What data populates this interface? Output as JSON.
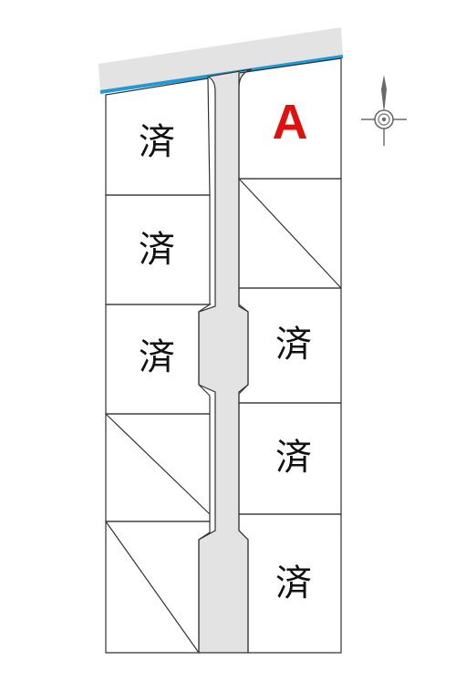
{
  "colors": {
    "road_fill": "#e3e3e3",
    "road_edge": "#1e9bd7",
    "lot_line": "#333333",
    "available_label": "#e01010",
    "sold_label": "#111111"
  },
  "lots": {
    "left_1": {
      "label": "済",
      "status": "sold"
    },
    "left_2": {
      "label": "済",
      "status": "sold"
    },
    "left_3": {
      "label": "済",
      "status": "sold"
    },
    "left_4": {
      "label": "",
      "status": "unavailable"
    },
    "left_5": {
      "label": "",
      "status": "unavailable"
    },
    "right_1": {
      "label": "A",
      "status": "available"
    },
    "right_2": {
      "label": "",
      "status": "unavailable"
    },
    "right_3": {
      "label": "済",
      "status": "sold"
    },
    "right_4": {
      "label": "済",
      "status": "sold"
    },
    "right_5": {
      "label": "済",
      "status": "sold"
    }
  },
  "compass": {
    "icon": "north-arrow-icon"
  }
}
